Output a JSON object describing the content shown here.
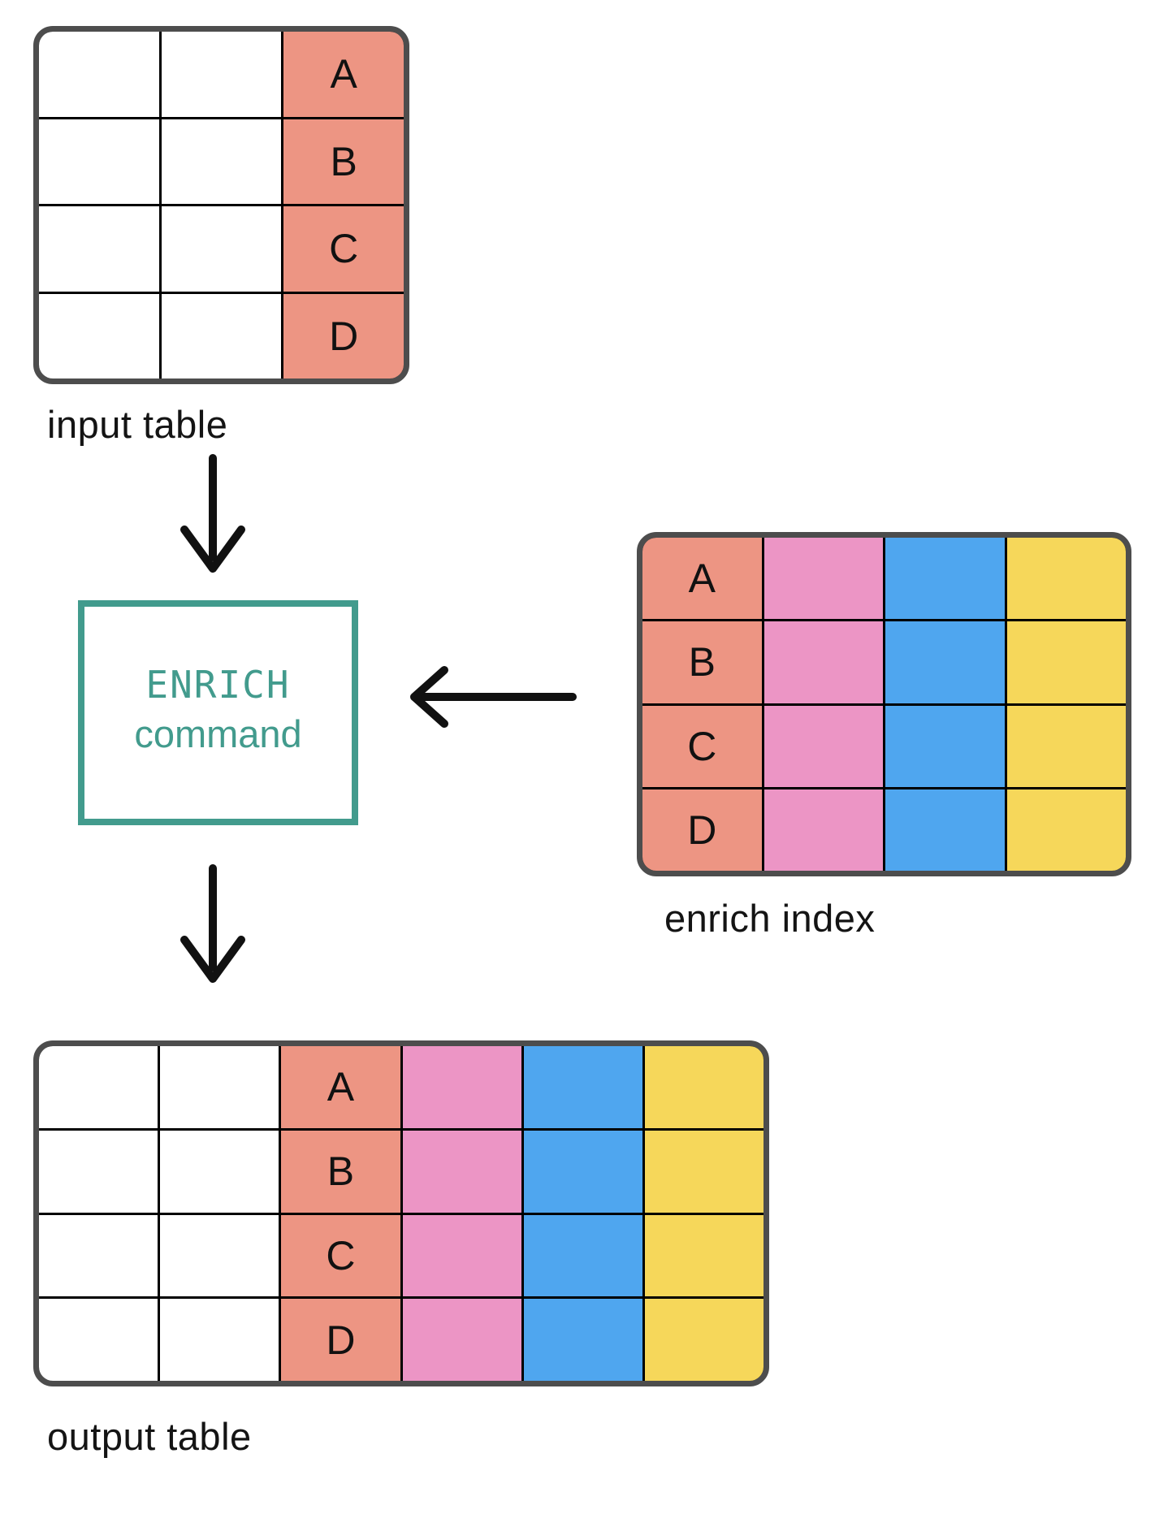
{
  "labels": {
    "input_table": "input table",
    "enrich_index": "enrich index",
    "output_table": "output table"
  },
  "enrich_box": {
    "line1": "ENRICH",
    "line2": "command"
  },
  "tables": {
    "input": {
      "columns": 3,
      "rows": 4,
      "key_column_index": 3,
      "keys": [
        "A",
        "B",
        "C",
        "D"
      ],
      "column_fills": [
        "white",
        "white",
        "salmon"
      ]
    },
    "enrich_index": {
      "columns": 4,
      "rows": 4,
      "key_column_index": 1,
      "keys": [
        "A",
        "B",
        "C",
        "D"
      ],
      "column_fills": [
        "salmon",
        "pink",
        "blue",
        "yellow"
      ]
    },
    "output": {
      "columns": 6,
      "rows": 4,
      "key_column_index": 3,
      "keys": [
        "A",
        "B",
        "C",
        "D"
      ],
      "column_fills": [
        "white",
        "white",
        "salmon",
        "pink",
        "blue",
        "yellow"
      ]
    }
  },
  "icons": {
    "down_arrow_1": "down-arrow",
    "down_arrow_2": "down-arrow",
    "left_arrow": "left-arrow"
  },
  "colors": {
    "salmon": "#ED9583",
    "pink": "#EC95C5",
    "blue": "#4FA6EF",
    "yellow": "#F6D75A",
    "teal": "#429B8D",
    "border_gray": "#4D4D4D",
    "grid_black": "#000000",
    "arrow_black": "#111111"
  }
}
